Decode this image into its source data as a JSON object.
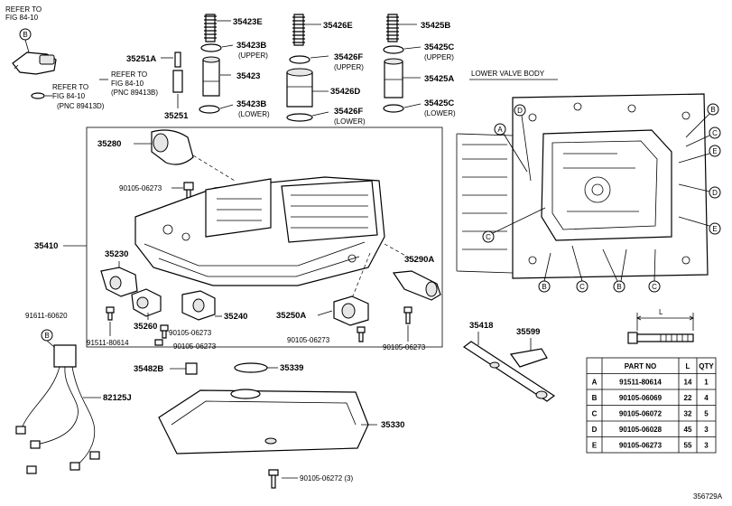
{
  "refer_top": {
    "line1": "REFER TO",
    "line2": "FIG 84-10"
  },
  "refer_mid": {
    "a1": "REFER TO",
    "a2": "FIG 84-10",
    "a3": "(PNC 89413B)",
    "b1": "REFER TO",
    "b2": "FIG 84-10",
    "b3": "(PNC 89413D)"
  },
  "parts": {
    "p35423E": "35423E",
    "p35423B_u": "35423B",
    "p35423": "35423",
    "p35423B_l": "35423B",
    "p35426E": "35426E",
    "p35426F_u": "35426F",
    "p35426D": "35426D",
    "p35426F_l": "35426F",
    "p35425B": "35425B",
    "p35425C_u": "35425C",
    "p35425A": "35425A",
    "p35425C_l": "35425C",
    "p35251A": "35251A",
    "p35251": "35251",
    "p35280": "35280",
    "p35410": "35410",
    "p35230": "35230",
    "p35260": "35260",
    "p35240": "35240",
    "p35250A": "35250A",
    "p35290A": "35290A",
    "p35418": "35418",
    "p35599": "35599",
    "p35482B": "35482B",
    "p35339": "35339",
    "p35330": "35330",
    "p82125J": "82125J",
    "b90105_06273_a": "90105-06273",
    "b91611_60620": "91611-60620",
    "b91511_80614": "91511-80614",
    "b90105_06273_b": "90105-06273",
    "b90105_06273_c": "90105-06273",
    "b90105_06273_d": "90105-06273",
    "b90105_06273_e": "90105-06273",
    "b90105_06272": "90105-06272 (3)"
  },
  "annotations": {
    "upper": "(UPPER)",
    "lower": "(LOWER)",
    "lower_valve_body": "LOWER VALVE BODY",
    "dim_L": "L",
    "fig_code": "356729A"
  },
  "callout_letters": {
    "A": "A",
    "B": "B",
    "C": "C",
    "D": "D",
    "E": "E"
  },
  "bolt_table": {
    "headers": [
      "PART NO",
      "L",
      "QTY"
    ],
    "rows": [
      {
        "key": "A",
        "part": "91511-80614",
        "L": "14",
        "qty": "1"
      },
      {
        "key": "B",
        "part": "90105-06069",
        "L": "22",
        "qty": "4"
      },
      {
        "key": "C",
        "part": "90105-06072",
        "L": "32",
        "qty": "5"
      },
      {
        "key": "D",
        "part": "90105-06028",
        "L": "45",
        "qty": "3"
      },
      {
        "key": "E",
        "part": "90105-06273",
        "L": "55",
        "qty": "3"
      }
    ]
  }
}
